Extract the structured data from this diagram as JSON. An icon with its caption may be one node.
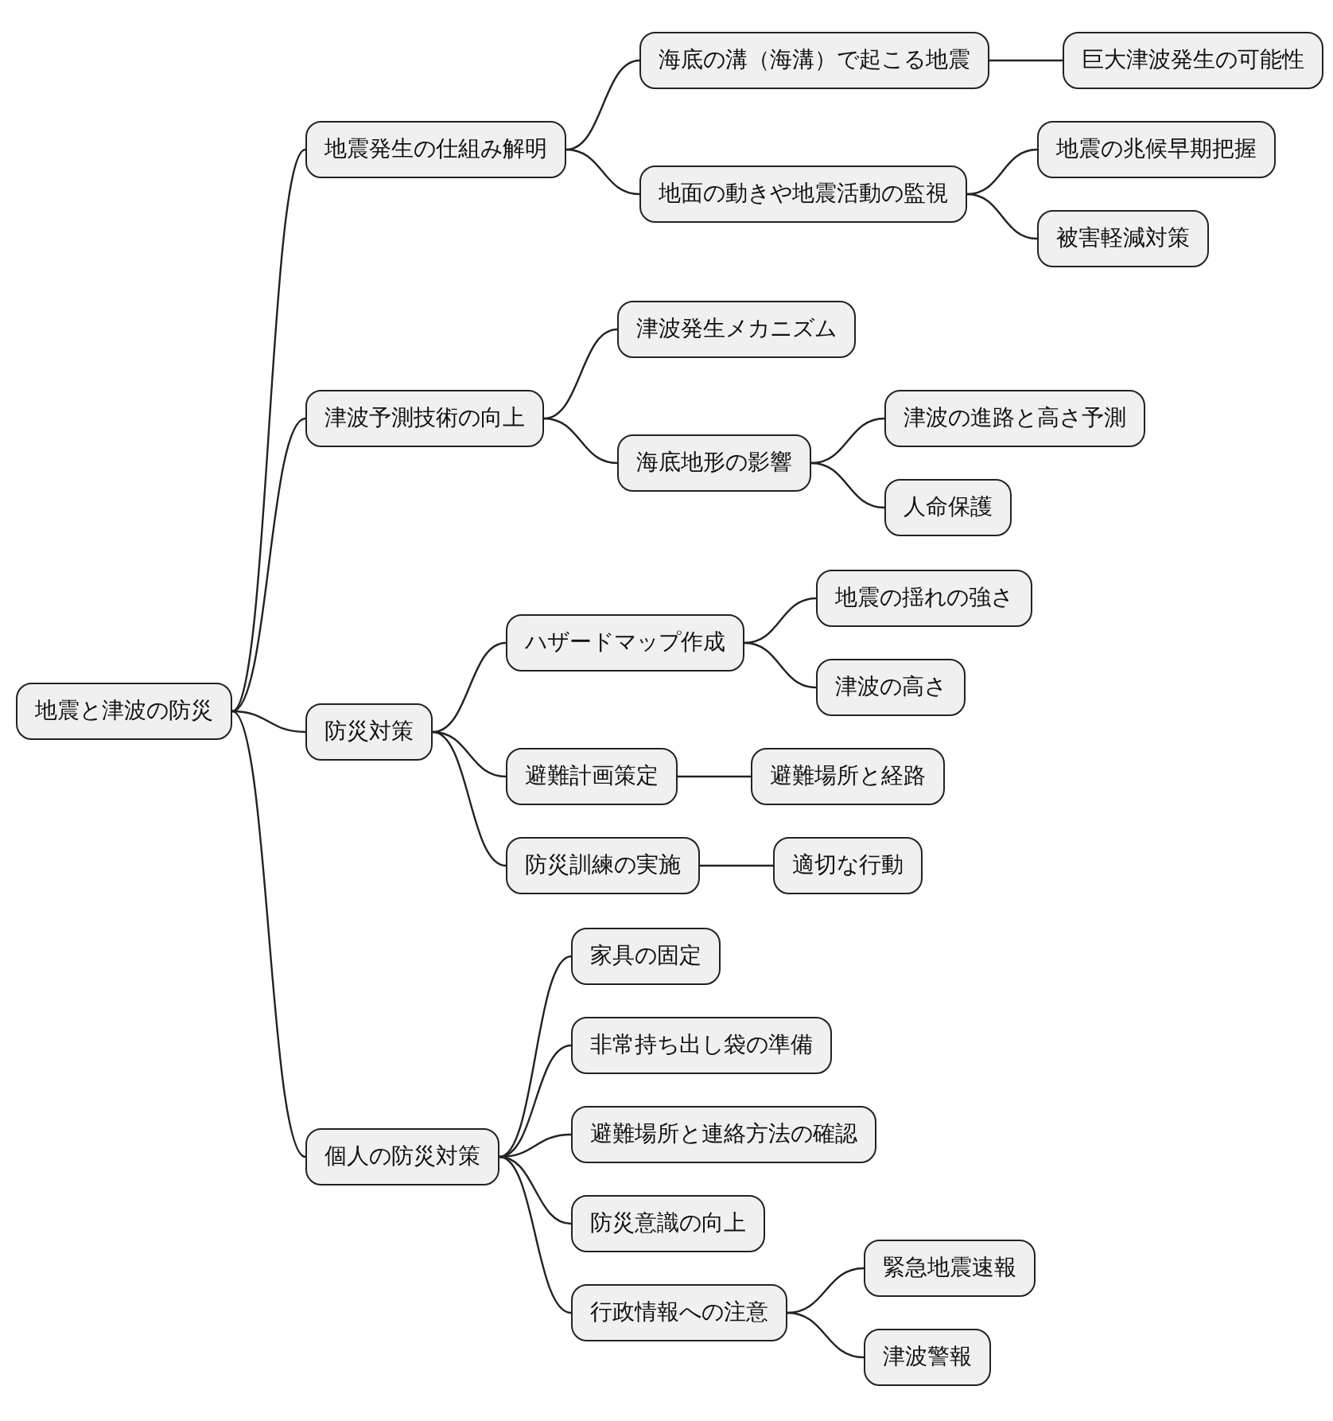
{
  "diagram": {
    "nodes": [
      {
        "text": [
          "地震と津波の防災"
        ]
      },
      {
        "text": [
          "地震発生の仕組み解明"
        ]
      },
      {
        "text": [
          "海底の溝（海溝）で起こる地震"
        ]
      },
      {
        "text": [
          "巨大津波発生の可能性"
        ]
      },
      {
        "text": [
          "地面の動きや地震活動の監視"
        ]
      },
      {
        "text": [
          "地震の兆候早期把握"
        ]
      },
      {
        "text": [
          "被害軽減対策"
        ]
      },
      {
        "text": [
          "津波予測技術の向上"
        ]
      },
      {
        "text": [
          "津波発生メカニズム"
        ]
      },
      {
        "text": [
          "海底地形の影響"
        ]
      },
      {
        "text": [
          "津波の進路と高さ予測"
        ]
      },
      {
        "text": [
          "人命保護"
        ]
      },
      {
        "text": [
          "防災対策"
        ]
      },
      {
        "text": [
          "ハザードマップ作成"
        ]
      },
      {
        "text": [
          "地震の揺れの強さ"
        ]
      },
      {
        "text": [
          "津波の高さ"
        ]
      },
      {
        "text": [
          "避難計画策定"
        ]
      },
      {
        "text": [
          "避難場所と経路"
        ]
      },
      {
        "text": [
          "防災訓練の実施"
        ]
      },
      {
        "text": [
          "適切な行動"
        ]
      },
      {
        "text": [
          "個人の防災対策"
        ]
      },
      {
        "text": [
          "家具の固定"
        ]
      },
      {
        "text": [
          "非常持ち出し袋の準備"
        ]
      },
      {
        "text": [
          "避難場所と連絡方法の確認"
        ]
      },
      {
        "text": [
          "防災意識の向上"
        ]
      },
      {
        "text": [
          "行政情報への注意"
        ]
      },
      {
        "text": [
          "緊急地震速報"
        ]
      },
      {
        "text": [
          "津波警報"
        ]
      }
    ],
    "edges": [
      {
        "from": 0,
        "to": 1,
        "arrow": "none"
      },
      {
        "from": 1,
        "to": 2,
        "arrow": "none"
      },
      {
        "from": 2,
        "to": 3,
        "arrow": "none"
      },
      {
        "from": 1,
        "to": 4,
        "arrow": "none"
      },
      {
        "from": 4,
        "to": 5,
        "arrow": "none"
      },
      {
        "from": 4,
        "to": 6,
        "arrow": "none"
      },
      {
        "from": 0,
        "to": 7,
        "arrow": "none"
      },
      {
        "from": 7,
        "to": 8,
        "arrow": "none"
      },
      {
        "from": 7,
        "to": 9,
        "arrow": "none"
      },
      {
        "from": 9,
        "to": 10,
        "arrow": "none"
      },
      {
        "from": 9,
        "to": 11,
        "arrow": "none"
      },
      {
        "from": 0,
        "to": 12,
        "arrow": "none"
      },
      {
        "from": 12,
        "to": 13,
        "arrow": "none"
      },
      {
        "from": 13,
        "to": 14,
        "arrow": "none"
      },
      {
        "from": 13,
        "to": 15,
        "arrow": "none"
      },
      {
        "from": 12,
        "to": 16,
        "arrow": "none"
      },
      {
        "from": 16,
        "to": 17,
        "arrow": "none"
      },
      {
        "from": 12,
        "to": 18,
        "arrow": "none"
      },
      {
        "from": 18,
        "to": 19,
        "arrow": "none"
      },
      {
        "from": 0,
        "to": 20,
        "arrow": "none"
      },
      {
        "from": 20,
        "to": 21,
        "arrow": "none"
      },
      {
        "from": 20,
        "to": 22,
        "arrow": "none"
      },
      {
        "from": 20,
        "to": 23,
        "arrow": "none"
      },
      {
        "from": 20,
        "to": 24,
        "arrow": "none"
      },
      {
        "from": 20,
        "to": 25,
        "arrow": "none"
      },
      {
        "from": 25,
        "to": 26,
        "arrow": "none"
      },
      {
        "from": 25,
        "to": 27,
        "arrow": "none"
      }
    ]
  }
}
